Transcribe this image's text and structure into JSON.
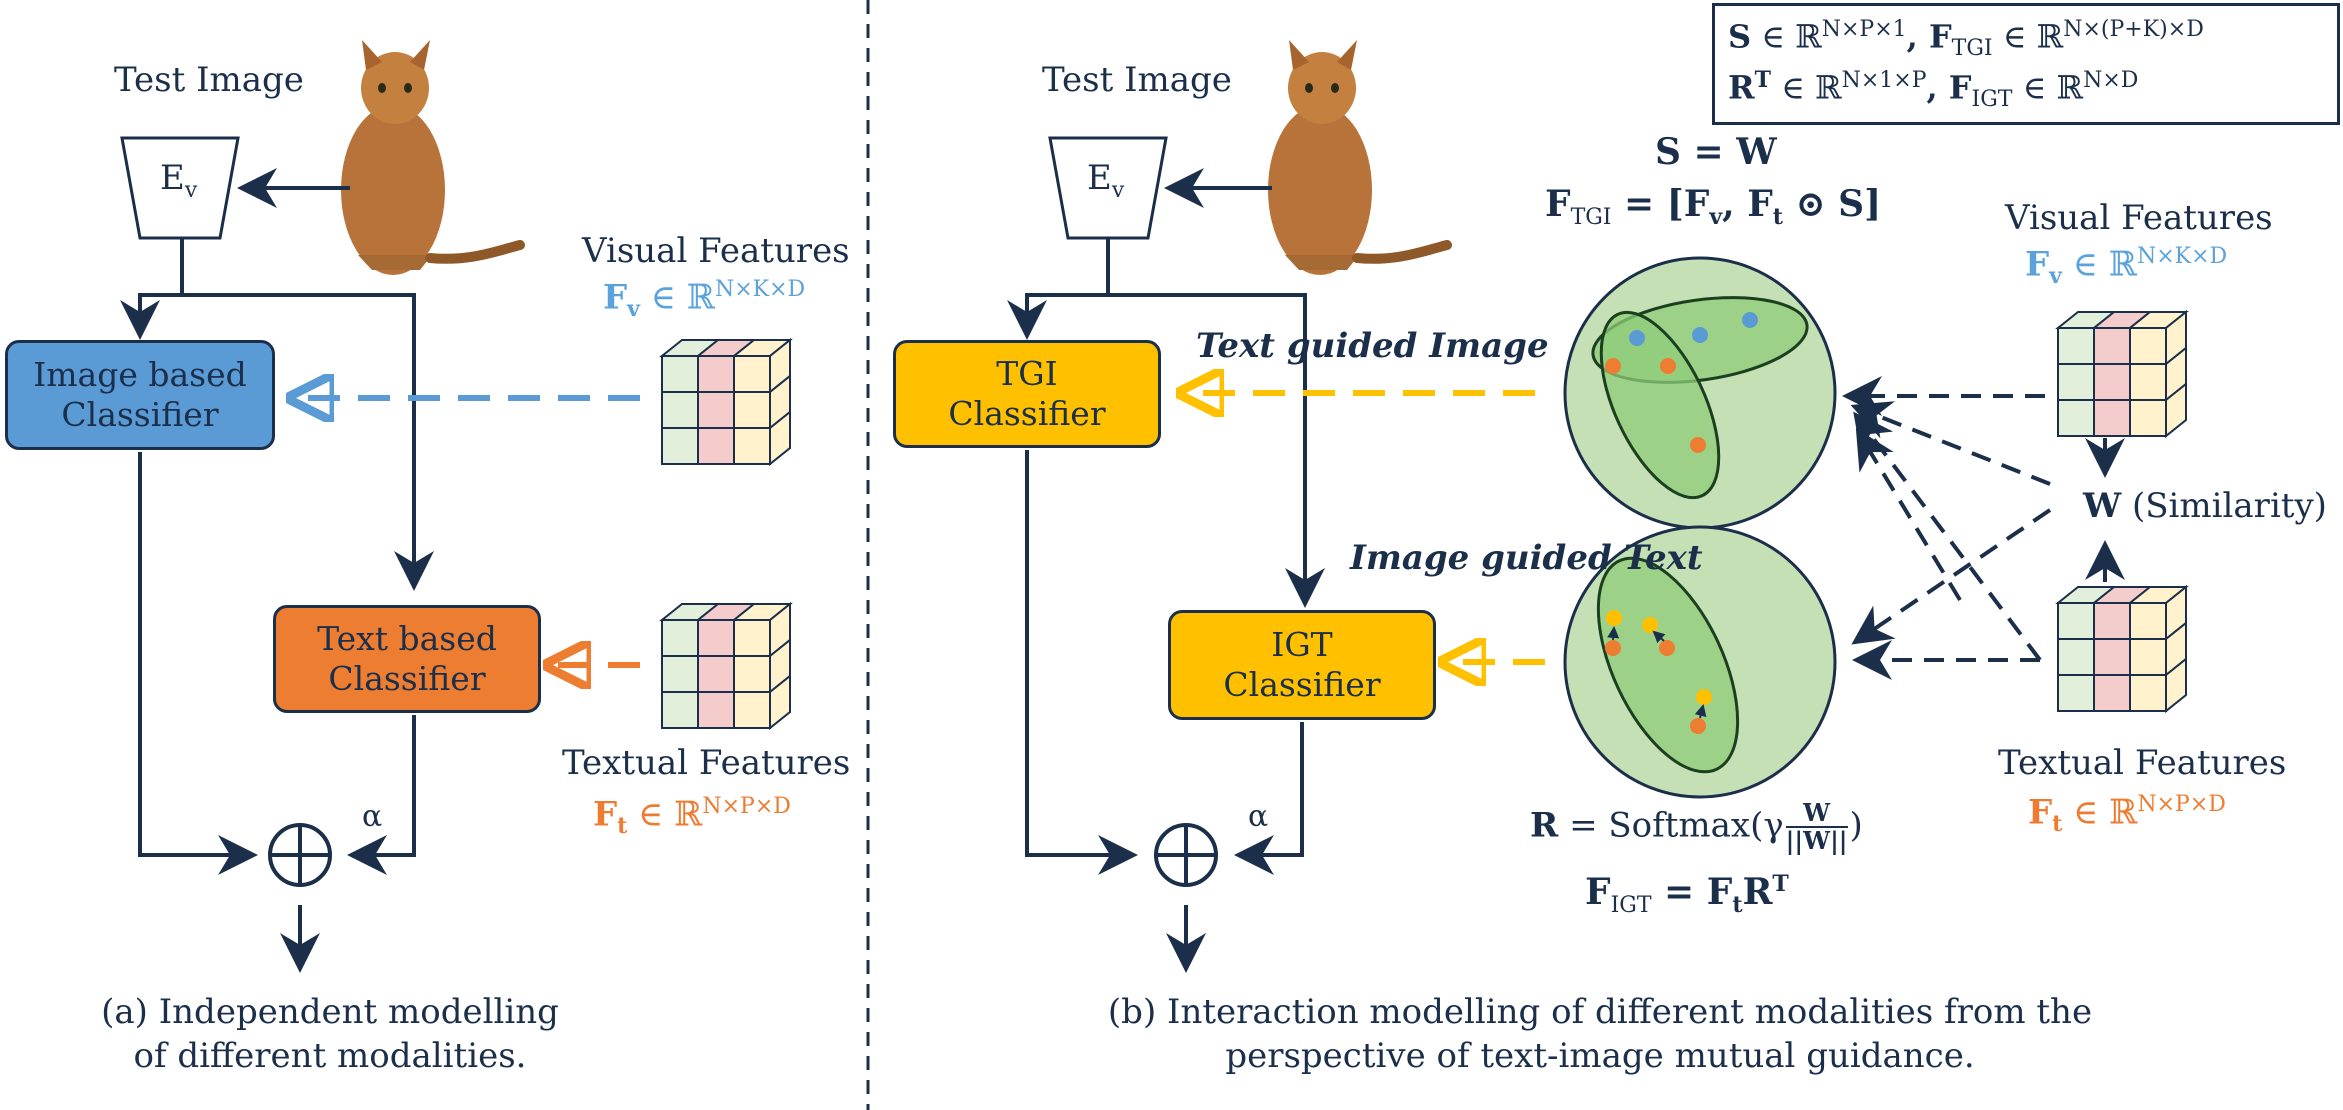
{
  "colors": {
    "navy": "#1b2f4b",
    "image_blue": "#5b9bd5",
    "text_orange": "#ed7d31",
    "tgi_yellow": "#ffc000",
    "sphere_green": "#c5e0b4",
    "ellipse_green": "#8fcc7a",
    "cube_green": "#e2efda",
    "cube_pink": "#f4cccc",
    "cube_yellow": "#fff2cc"
  },
  "panel_a": {
    "test_image": "Test Image",
    "encoder": "E",
    "encoder_sub": "v",
    "image_classifier": [
      "Image based",
      "Classifier"
    ],
    "text_classifier": [
      "Text based",
      "Classifier"
    ],
    "visual_title": "Visual Features",
    "visual_math": "F",
    "visual_math_sub": "v",
    "visual_math_rest": " ∈ ℝ",
    "visual_math_sup": "N×K×D",
    "textual_title": "Textual Features",
    "textual_math": "F",
    "textual_math_sub": "t",
    "textual_math_rest": " ∈ ℝ",
    "textual_math_sup": "N×P×D",
    "alpha": "α",
    "oplus": "⊕",
    "caption_line1": "(a) Independent modelling",
    "caption_line2": "of different modalities."
  },
  "panel_b": {
    "test_image": "Test Image",
    "encoder": "E",
    "encoder_sub": "v",
    "tgi_classifier": [
      "TGI",
      "Classifier"
    ],
    "igt_classifier": [
      "IGT",
      "Classifier"
    ],
    "text_guided_image": "Text guided Image",
    "image_guided_text": "Image guided Text",
    "eq_s": "S = W",
    "eq_ftgi_lhs": "F",
    "eq_ftgi_sub": "TGI",
    "eq_ftgi_rhs": " = [F",
    "eq_ftgi_v": "v",
    "eq_ftgi_mid": ", F",
    "eq_ftgi_t": "t",
    "eq_ftgi_end": " ⊙ S]",
    "eq_r_lhs": "R",
    "eq_r_rhs": " = Softmax(γ",
    "eq_r_num": "W",
    "eq_r_den": "||W||",
    "eq_r_close": ")",
    "eq_figt_lhs": "F",
    "eq_figt_sub": "IGT",
    "eq_figt_rhs": " = F",
    "eq_figt_t": "t",
    "eq_figt_r": "R",
    "eq_figt_sup": "T",
    "visual_title": "Visual Features",
    "visual_math": "F",
    "visual_math_sub": "v",
    "visual_math_rest": " ∈ ℝ",
    "visual_math_sup": "N×K×D",
    "textual_title": "Textual Features",
    "textual_math": "F",
    "textual_math_sub": "t",
    "textual_math_rest": " ∈ ℝ",
    "textual_math_sup": "N×P×D",
    "similarity_bold": "W",
    "similarity_rest": " (Similarity)",
    "alpha": "α",
    "oplus": "⊕",
    "legend_l1_a": "S",
    "legend_l1_b": " ∈ ℝ",
    "legend_l1_b_sup": "N×P×1",
    "legend_l1_c": ", F",
    "legend_l1_c_sub": "TGI",
    "legend_l1_d": " ∈ ℝ",
    "legend_l1_d_sup": "N×(P+K)×D",
    "legend_l2_a": "R",
    "legend_l2_a_sup": "T",
    "legend_l2_b": " ∈ ℝ",
    "legend_l2_b_sup": "N×1×P",
    "legend_l2_c": ", F",
    "legend_l2_c_sub": "IGT",
    "legend_l2_d": " ∈ ℝ",
    "legend_l2_d_sup": "N×D",
    "caption_line1": "(b) Interaction modelling of different modalities from the",
    "caption_line2": "perspective of text-image mutual guidance."
  }
}
